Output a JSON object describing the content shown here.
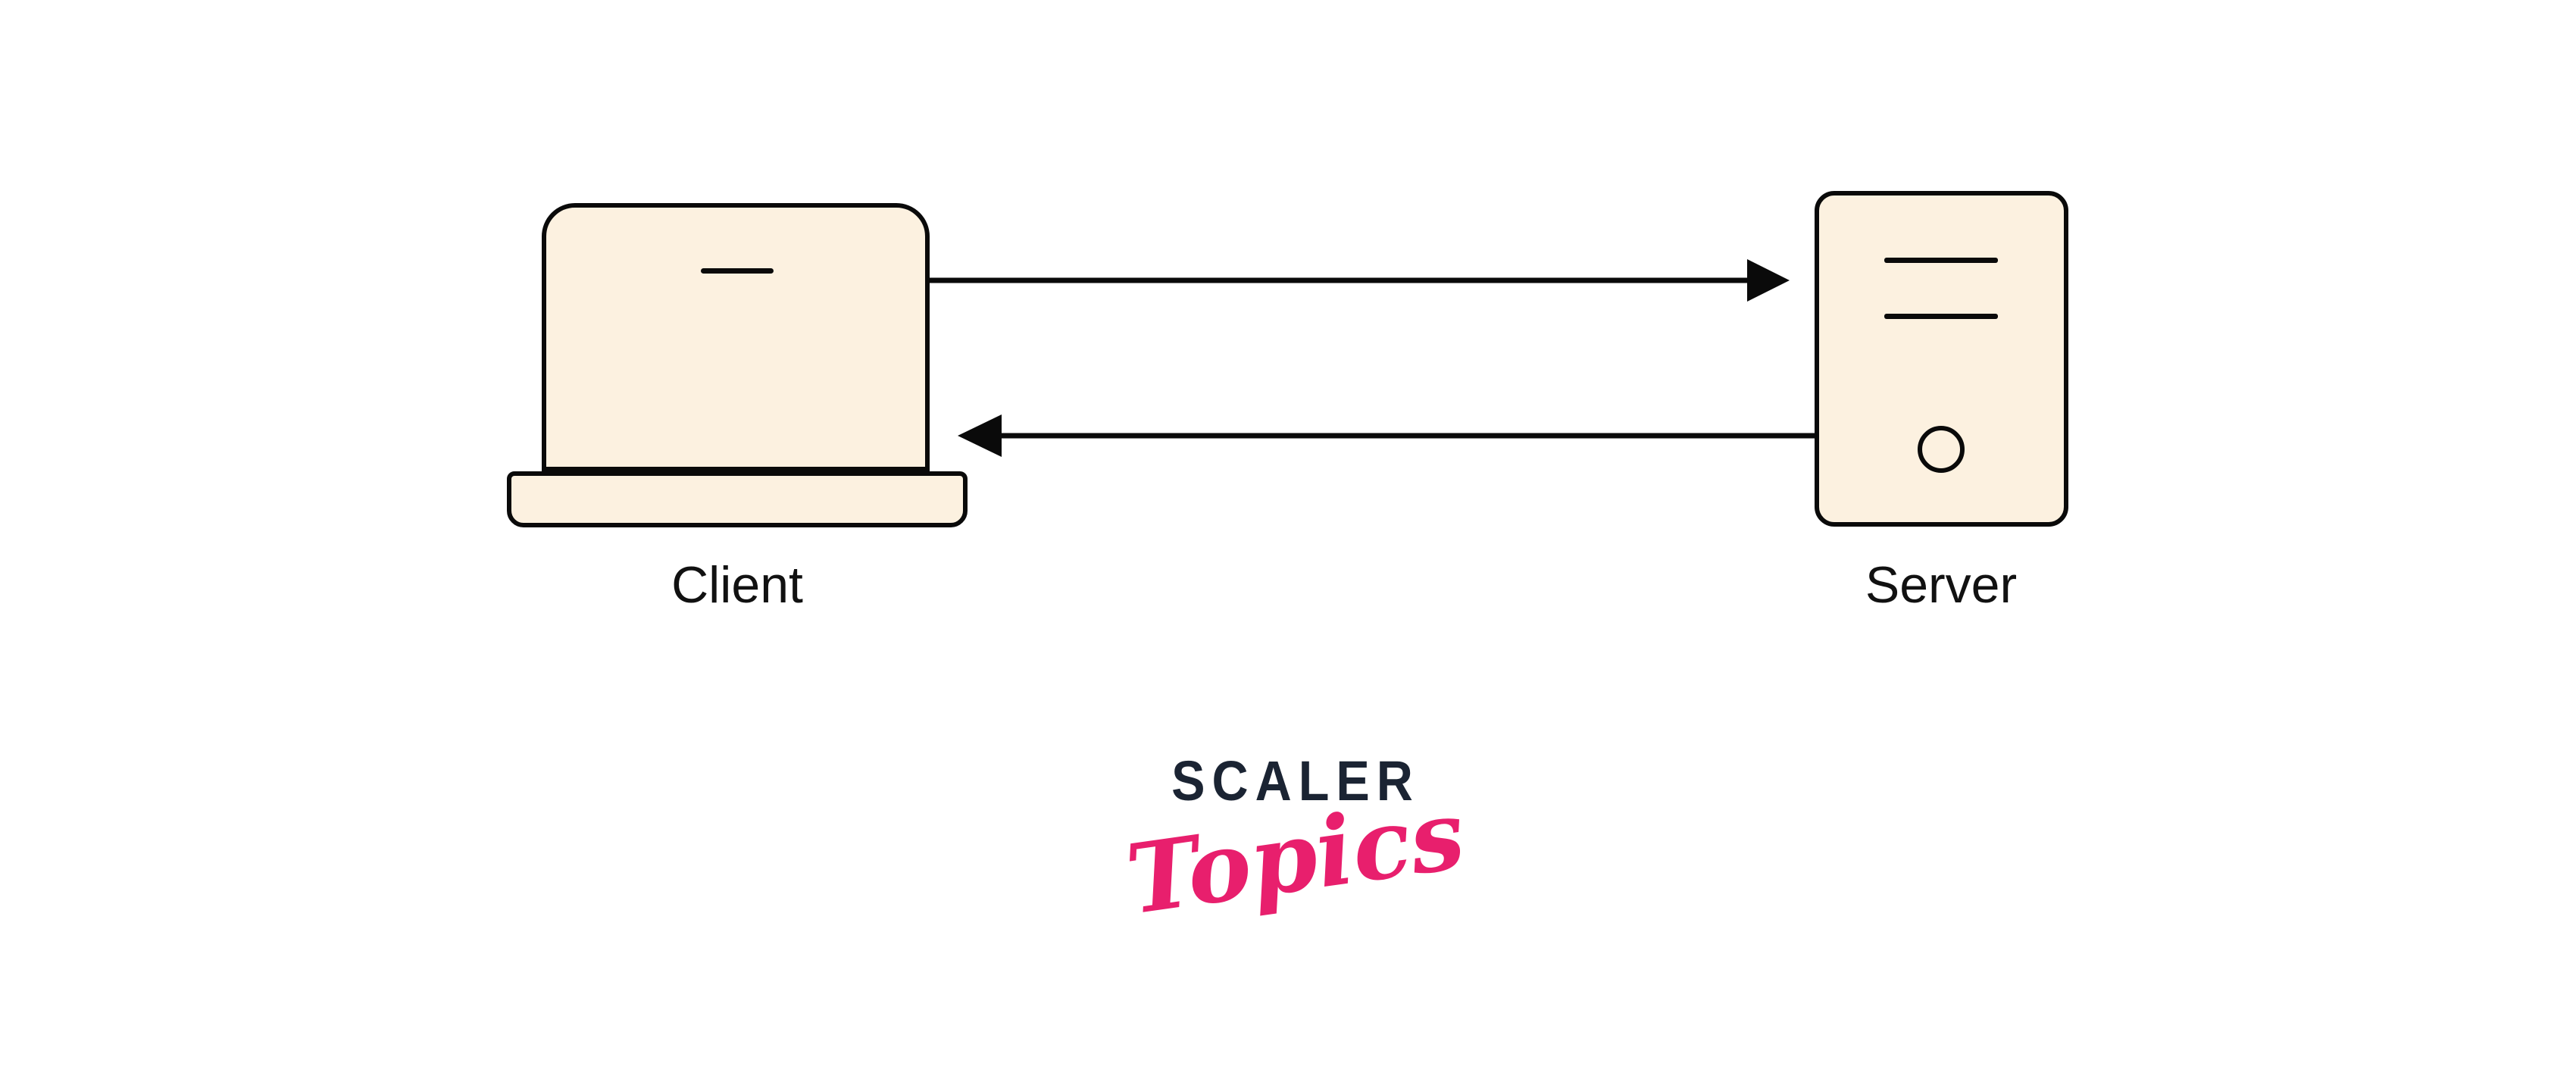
{
  "diagram": {
    "nodes": [
      {
        "id": "client",
        "label": "Client",
        "icon": "laptop-icon"
      },
      {
        "id": "server",
        "label": "Server",
        "icon": "server-icon"
      }
    ],
    "edges": [
      {
        "id": "request",
        "from": "client",
        "to": "server",
        "direction": "right"
      },
      {
        "id": "response",
        "from": "server",
        "to": "client",
        "direction": "left"
      }
    ]
  },
  "logo": {
    "primary": "SCALER",
    "secondary": "Topics"
  },
  "colors": {
    "background": "#ffffff",
    "node_fill": "#fcf1e0",
    "outline": "#0a0a0a",
    "label_text": "#111111",
    "logo_primary": "#1b2433",
    "logo_secondary": "#e81f6d"
  }
}
